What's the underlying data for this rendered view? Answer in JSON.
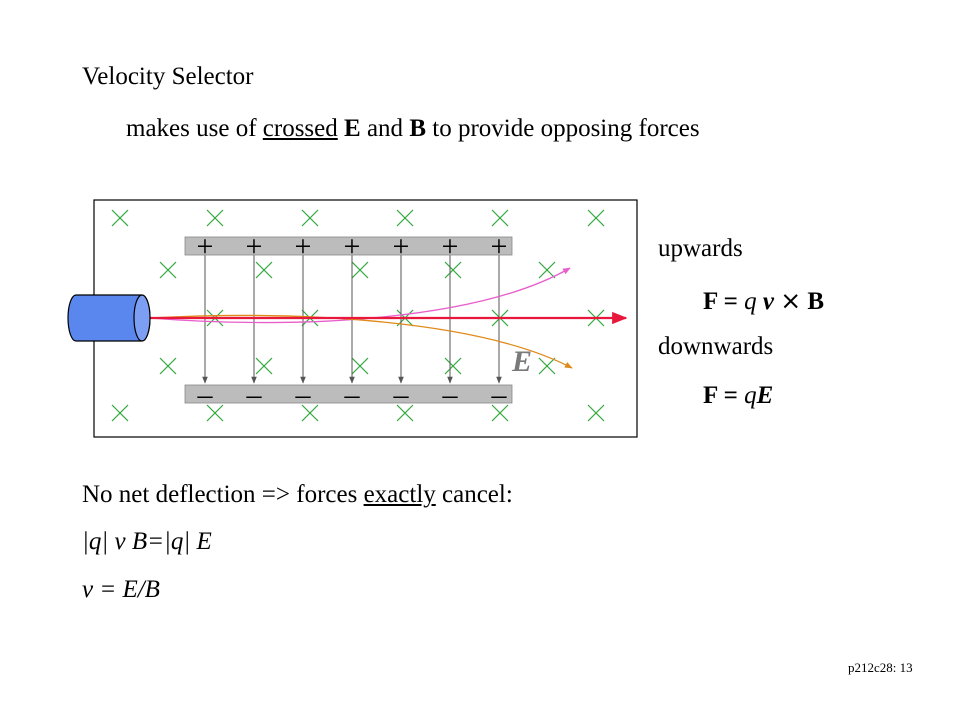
{
  "title": "Velocity Selector",
  "subtitle": {
    "pre": "makes use of ",
    "underlined": "crossed",
    "mid1": " ",
    "E": "E",
    "mid2": " and ",
    "B": "B",
    "post": " to provide opposing forces"
  },
  "diagram": {
    "field_label": "E",
    "top_plate_sign": "+",
    "bottom_plate_sign": "–",
    "plate_charge_count": 7,
    "magnetic_field_symbol": "×",
    "colors": {
      "beam": "#e8173c",
      "upper_path": "#e85ecb",
      "lower_path": "#e08a1a",
      "field_cross": "#2fa83c",
      "field_line": "#555555",
      "plate": "#bcbcbc",
      "source": "#5a87ee"
    }
  },
  "forces": {
    "upwards_label": "upwards",
    "upwards_eq": {
      "F": "F",
      "eq": " = ",
      "q": "q",
      "v": "v",
      "times": "×",
      "B": "B"
    },
    "downwards_label": "downwards",
    "downwards_eq": {
      "F": "F",
      "eq": " = ",
      "q": "q",
      "E": "E"
    }
  },
  "conclusion": {
    "pre": "No net deflection => forces ",
    "underlined": "exactly",
    "post": " cancel:"
  },
  "equation1": "|q| v B=|q| E",
  "equation2": "v = E/B",
  "slide_number": "p212c28: 13"
}
